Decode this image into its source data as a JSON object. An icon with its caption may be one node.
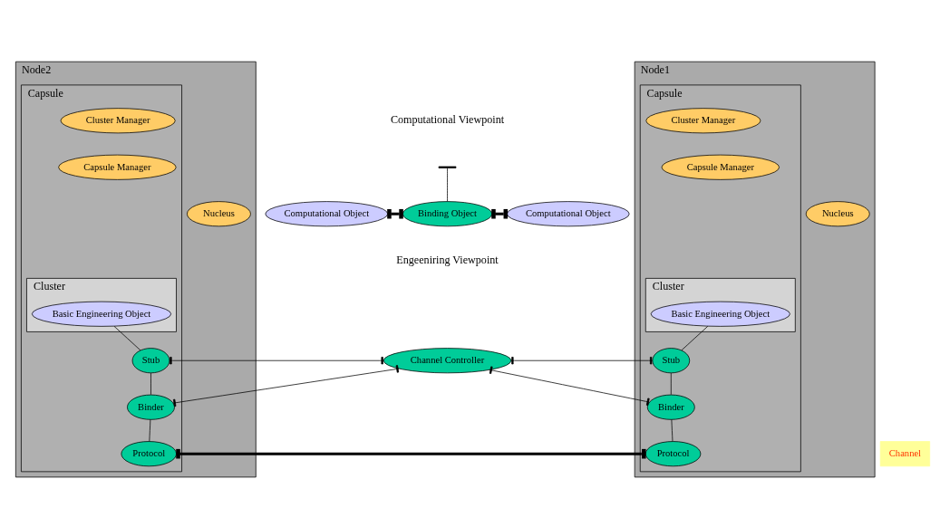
{
  "diagram": {
    "nodes": [
      {
        "text": [
          "Computational Object"
        ]
      },
      {
        "text": [
          "Binding Object"
        ]
      },
      {
        "text": [
          "Computational Object"
        ]
      },
      {
        "text": [
          "Node1"
        ]
      },
      {
        "text": [
          "Capsule"
        ],
        "in": 3
      },
      {
        "text": [
          "Cluster"
        ],
        "in": 4
      },
      {
        "text": [
          "Basic Engineering Object"
        ],
        "in": 5
      },
      {
        "text": [
          "Cluster Manager"
        ],
        "in": 4
      },
      {
        "text": [
          "Capsule Manager"
        ],
        "in": 4
      },
      {
        "text": [
          "Stub"
        ],
        "in": 4
      },
      {
        "text": [
          "Binder"
        ],
        "in": 4
      },
      {
        "text": [
          "Protocol"
        ],
        "in": 4
      },
      {
        "text": [
          "Nucleus"
        ],
        "in": 3
      },
      {
        "text": [
          "Channel Controller"
        ]
      },
      {
        "text": [
          "Channel"
        ]
      },
      {
        "text": [
          "Node2"
        ]
      },
      {
        "text": [
          "Capsule"
        ],
        "in": 15
      },
      {
        "text": [
          "Cluster"
        ],
        "in": 16
      },
      {
        "text": [
          "Basic Engineering Object"
        ],
        "in": 17
      },
      {
        "text": [
          "Stub"
        ],
        "in": 16
      },
      {
        "text": [
          "Binder"
        ],
        "in": 16
      },
      {
        "text": [
          "Protocol"
        ],
        "in": 16
      },
      {
        "text": [
          "Cluster Manager"
        ],
        "in": 16
      },
      {
        "text": [
          "Capsule Manager"
        ],
        "in": 16
      },
      {
        "text": [
          "Nucleus"
        ],
        "in": 15
      }
    ],
    "edges": [
      {
        "from": 0,
        "to": 1,
        "arrow": "other",
        "style": "thick"
      },
      {
        "from": 1,
        "to": 2,
        "arrow": "other",
        "style": "thick"
      },
      {
        "from": 1,
        "to": null,
        "arrow": "other"
      },
      {
        "from": 6,
        "to": 9,
        "arrow": "none"
      },
      {
        "from": 9,
        "to": 10,
        "arrow": "none"
      },
      {
        "from": 10,
        "to": 11,
        "arrow": "none"
      },
      {
        "from": 18,
        "to": 19,
        "arrow": "none"
      },
      {
        "from": 19,
        "to": 20,
        "arrow": "none"
      },
      {
        "from": 20,
        "to": 21,
        "arrow": "none"
      },
      {
        "from": 9,
        "to": 13,
        "arrow": "other"
      },
      {
        "from": 10,
        "to": 13,
        "arrow": "other"
      },
      {
        "from": 13,
        "to": 19,
        "arrow": "other"
      },
      {
        "from": 13,
        "to": 20,
        "arrow": "other"
      },
      {
        "from": 11,
        "to": 21,
        "arrow": "other",
        "style": "thick"
      }
    ],
    "labels": [
      "Computational Viewpoint",
      "Engeeniring Viewpoint"
    ]
  }
}
